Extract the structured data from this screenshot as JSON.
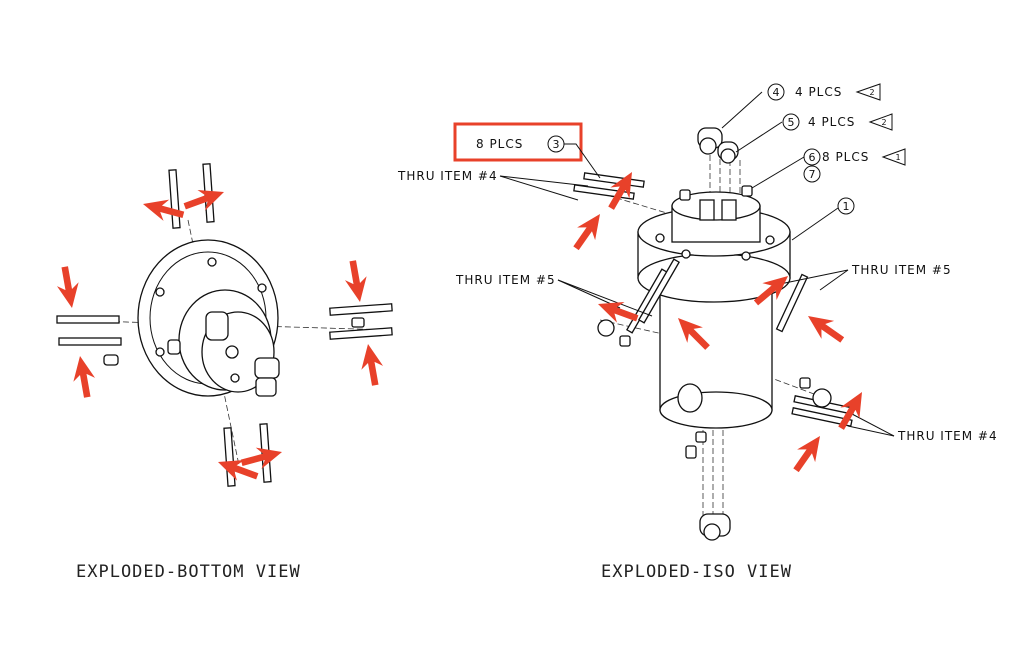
{
  "views": {
    "bottom_title": "EXPLODED-BOTTOM VIEW",
    "iso_title": "EXPLODED-ISO VIEW"
  },
  "callouts": {
    "item4": {
      "num": "4",
      "text": "4 PLCS",
      "flag": "2"
    },
    "item5": {
      "num": "5",
      "text": "4 PLCS",
      "flag": "2"
    },
    "item6": {
      "num": "6",
      "text": "8 PLCS",
      "flag": "1"
    },
    "item7": {
      "num": "7"
    },
    "item1": {
      "num": "1"
    },
    "item3": {
      "num": "3",
      "text": "8 PLCS"
    }
  },
  "labels": {
    "thru4_left": "THRU ITEM #4",
    "thru5_left": "THRU ITEM #5",
    "thru5_right": "THRU ITEM #5",
    "thru4_right": "THRU ITEM #4"
  },
  "colors": {
    "highlight": "#e8412a",
    "line": "#111111"
  }
}
